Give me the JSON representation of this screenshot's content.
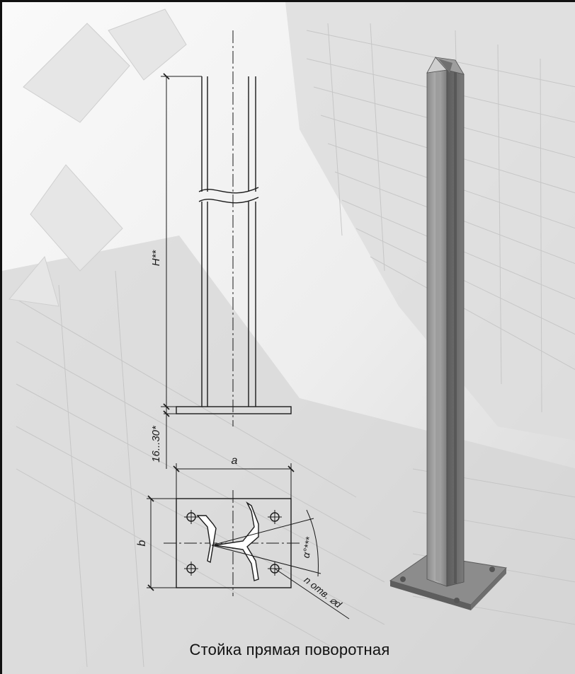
{
  "dimensions": {
    "height_label": "H**",
    "plate_thickness_label": "16...30*",
    "width_a_label": "a",
    "width_b_label": "b",
    "angle_label": "α°***",
    "holes_label": "n отв. ⌀d"
  },
  "caption": "Стойка прямая поворотная",
  "colors": {
    "background": "#f2f2f2",
    "line": "#1a1a1a",
    "post_dark": "#6e6e6e",
    "post_light": "#a9a9a9"
  }
}
